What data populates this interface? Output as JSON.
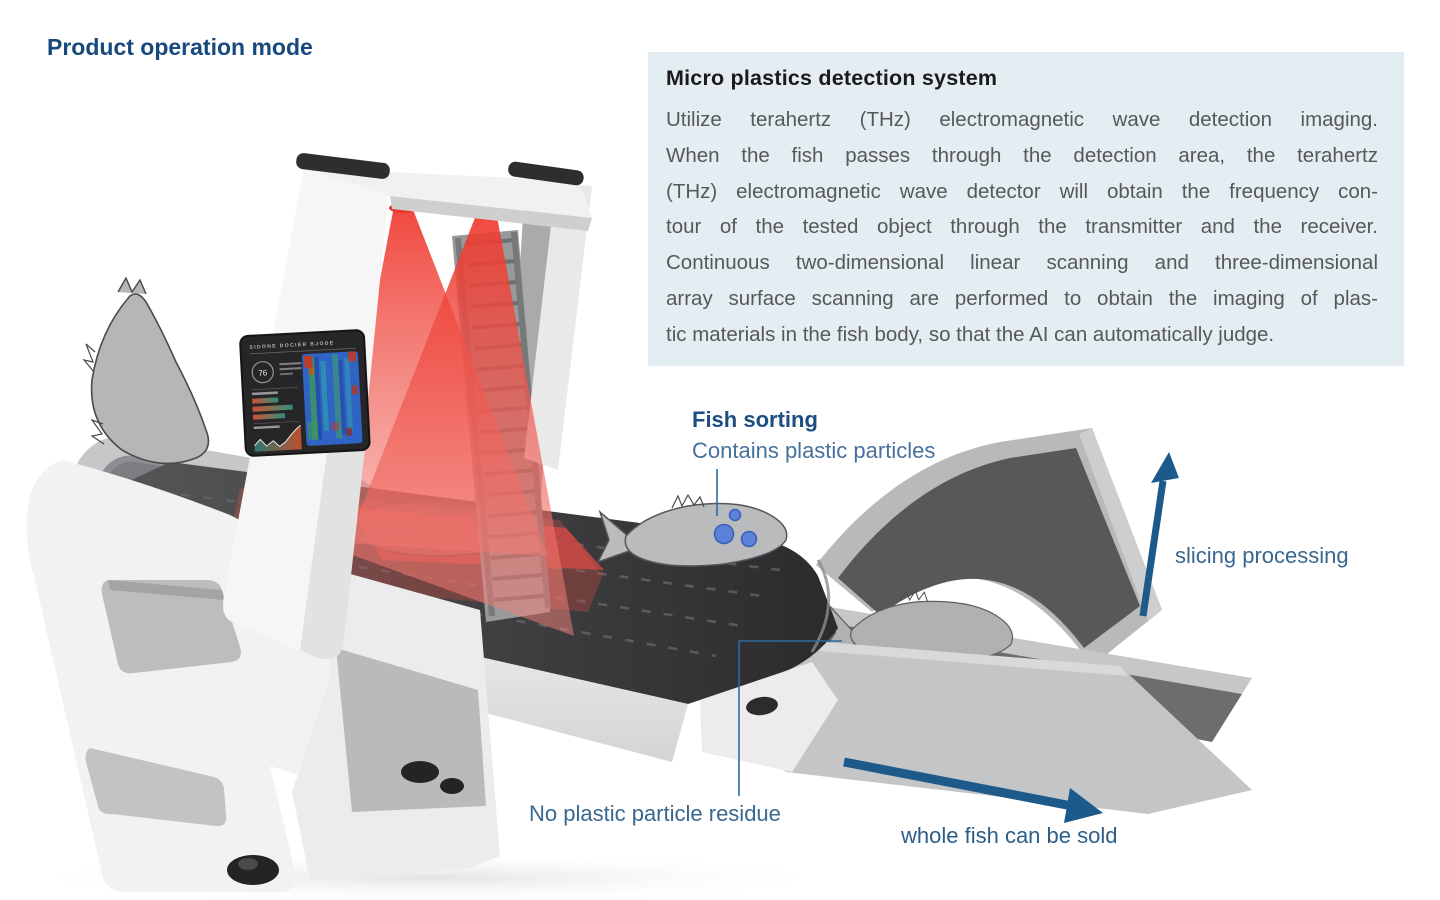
{
  "page": {
    "title": "Product operation mode"
  },
  "infobox": {
    "heading": "Micro plastics detection system",
    "lines": [
      "Utilize terahertz (THz) electromagnetic wave detection imaging.",
      "When the fish passes through the detection area, the terahertz",
      "(THz) electromagnetic wave detector will obtain the frequency con-",
      "tour of the tested object through the transmitter and the receiver.",
      "Continuous two-dimensional linear scanning and three-dimensional",
      "array surface scanning are performed to obtain the imaging of plas-",
      "tic materials in the fish body, so that the AI can automatically judge."
    ]
  },
  "labels": {
    "fish_sorting": "Fish sorting",
    "contains": "Contains plastic particles",
    "slicing": "slicing processing",
    "no_plastic": "No plastic particle residue",
    "whole_fish": "whole fish can be sold"
  },
  "screen": {
    "header": "SIDONE DOCIER BJODE",
    "gauge_value": "76"
  },
  "colors": {
    "title_blue": "#17497d",
    "label_blue": "#3a678f",
    "arrow_blue": "#1d5a8c",
    "infobox_bg": "#e4eef2",
    "beam_red": "#e2463c",
    "particle_blue": "#5b82d8",
    "screen_bg": "#262628"
  }
}
